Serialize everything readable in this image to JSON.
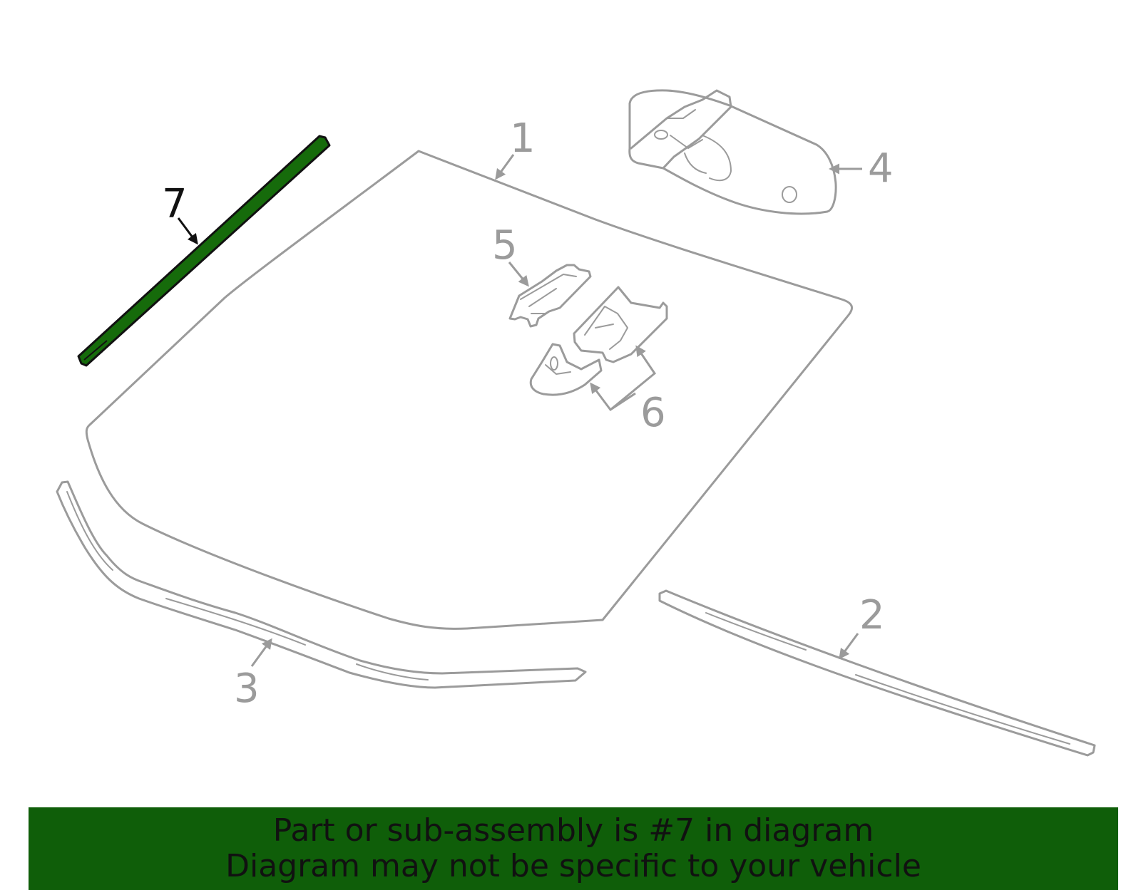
{
  "colors": {
    "highlight_fill": "#166b0b",
    "banner_background": "#0f5e09",
    "outline_gray": "#9b9b9b",
    "text_dark": "#111111"
  },
  "callouts": [
    {
      "id": "1",
      "label": "1",
      "highlighted": false
    },
    {
      "id": "2",
      "label": "2",
      "highlighted": false
    },
    {
      "id": "3",
      "label": "3",
      "highlighted": false
    },
    {
      "id": "4",
      "label": "4",
      "highlighted": false
    },
    {
      "id": "5",
      "label": "5",
      "highlighted": false
    },
    {
      "id": "6",
      "label": "6",
      "highlighted": false
    },
    {
      "id": "7",
      "label": "7",
      "highlighted": true
    }
  ],
  "banner": {
    "line1": "Part or sub-assembly is #7 in diagram",
    "line2": "Diagram may not be specific to your vehicle"
  }
}
